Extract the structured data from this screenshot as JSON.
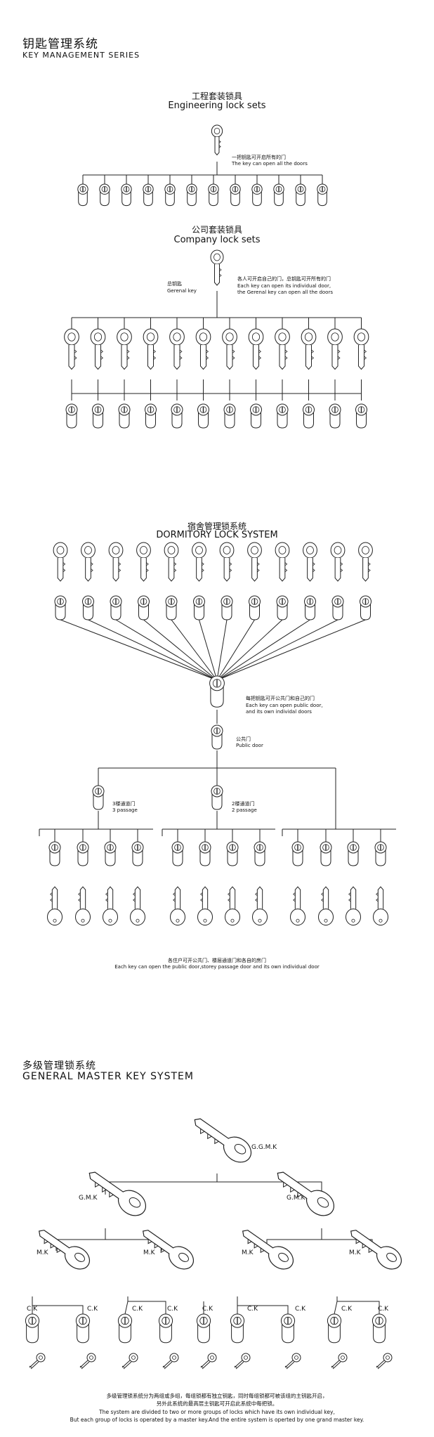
{
  "header": {
    "title_zh": "钥匙管理系统",
    "title_en": "KEY MANAGEMENT SERIES"
  },
  "engineering": {
    "title_zh": "工程套装锁具",
    "title_en": "Engineering lock sets",
    "note_zh": "一把钥匙可开启所有的门",
    "note_en": "The key can open all the doors",
    "lock_count": 12
  },
  "company": {
    "title_zh": "公司套装锁具",
    "title_en": "Company lock sets",
    "master_zh": "总钥匙",
    "master_en": "Gerenal key",
    "note_zh": "各人可开启自己的门，总钥匙可开所有的门",
    "note_en1": "Each key can open its individual door,",
    "note_en2": "the Gerenal key can open all the doors",
    "pair_count": 12
  },
  "dormitory": {
    "title_zh": "宿舍管理锁系统",
    "title_en": "DORMITORY LOCK SYSTEM",
    "center_zh": "每把钥匙可开公共门和自己的门",
    "center_en1": "Each key can open public door,",
    "center_en2": "and its own individal doors",
    "public_zh": "公共门",
    "public_en": "Public door",
    "p3_zh": "3楼通道门",
    "p3_en": "3 passage",
    "p2_zh": "2楼通道门",
    "p2_en": "2 passage",
    "foot_zh": "各住户可开公共门、楼层通道门和各自的房门",
    "foot_en": "Each key can open the public door,storey passage door and its own individual door"
  },
  "general": {
    "title_zh": "多级管理锁系统",
    "title_en": "GENERAL MASTER KEY SYSTEM",
    "ggmk": "G.G.M.K",
    "gmk": "G.M.K",
    "mk": "M.K",
    "ck": "C.K",
    "foot_zh1": "多级管理锁系统分为两组或多组，每组锁都有独立钥匙，同时每组锁都可被该组的主钥匙开启，",
    "foot_zh2": "另外此系统的最高层主钥匙可开启此系统中每把锁。",
    "foot_en1": "The system are divided to two or more groups of locks which have its own individual key,",
    "foot_en2": "But each group of locks is operated by a master key.And the entire system is operted by one grand master key."
  }
}
